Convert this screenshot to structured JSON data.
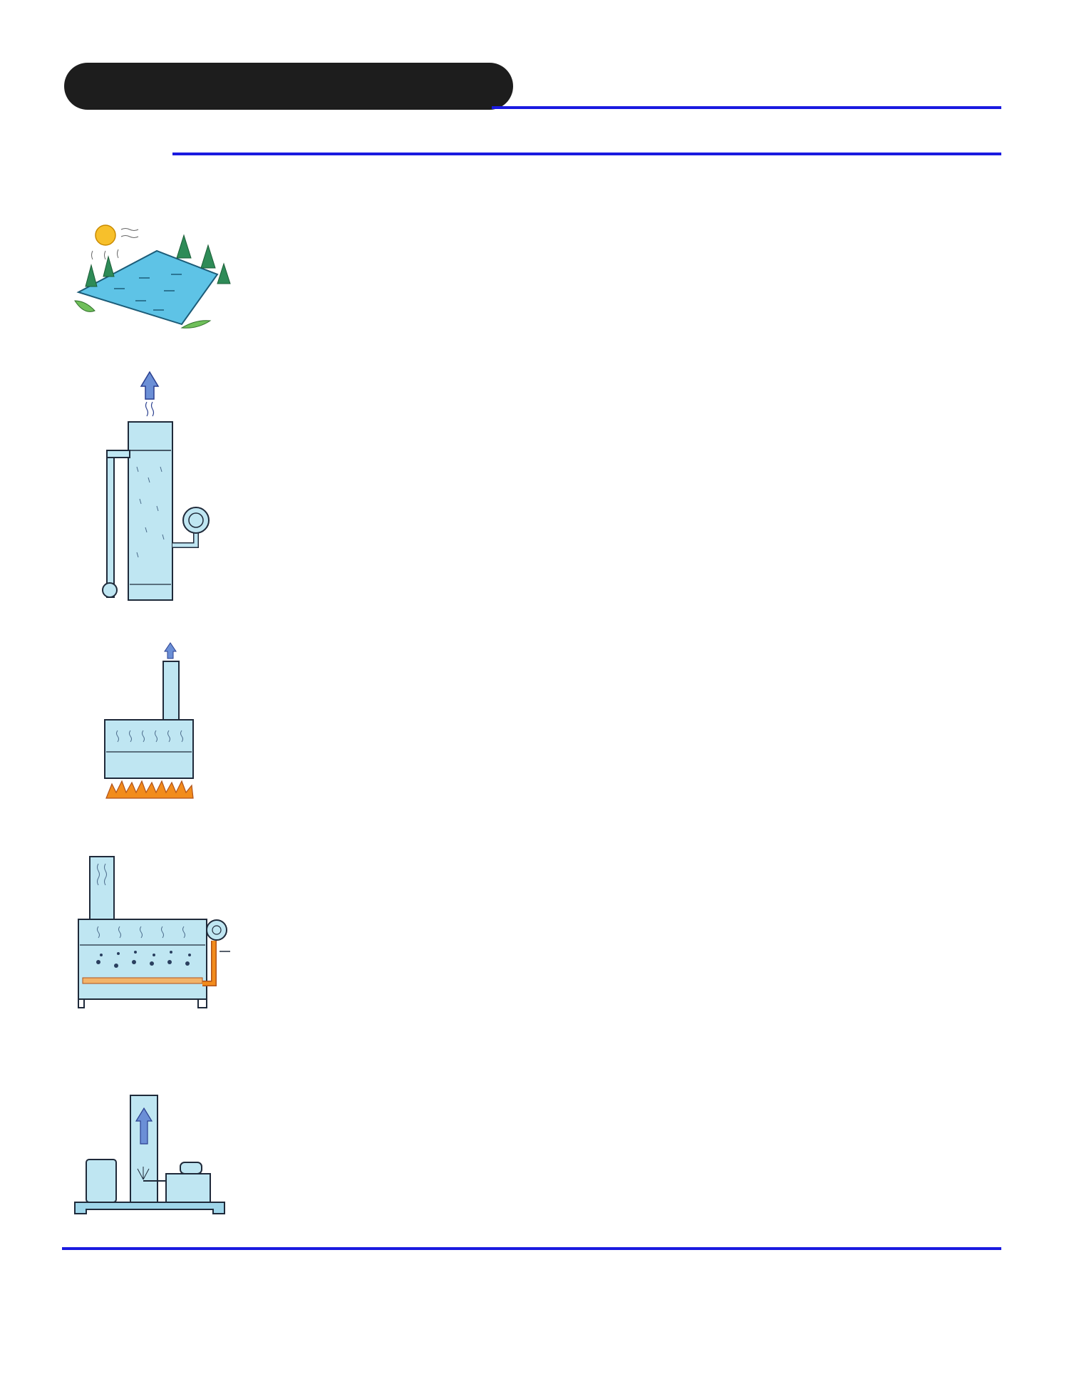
{
  "page": {
    "colors": {
      "rule": "#1a1ae0",
      "header_pill": "#1d1d1d",
      "water": "#bfe6f2",
      "water_dark": "#5ec3e6",
      "tree": "#2e8b57",
      "flame": "#f28c1c",
      "sun": "#f7c02b"
    }
  },
  "illustrations": [
    {
      "name": "evaporation-pond",
      "icon": "pond-with-sun-and-trees-icon"
    },
    {
      "name": "air-stripping-tower",
      "icon": "packed-tower-with-blower-icon"
    },
    {
      "name": "heated-evaporator",
      "icon": "flame-heated-tank-icon"
    },
    {
      "name": "submerged-combustion-evaporator",
      "icon": "sparged-tank-with-blower-icon"
    },
    {
      "name": "spray-evaporator",
      "icon": "stack-with-spray-nozzle-and-pump-icon"
    }
  ]
}
